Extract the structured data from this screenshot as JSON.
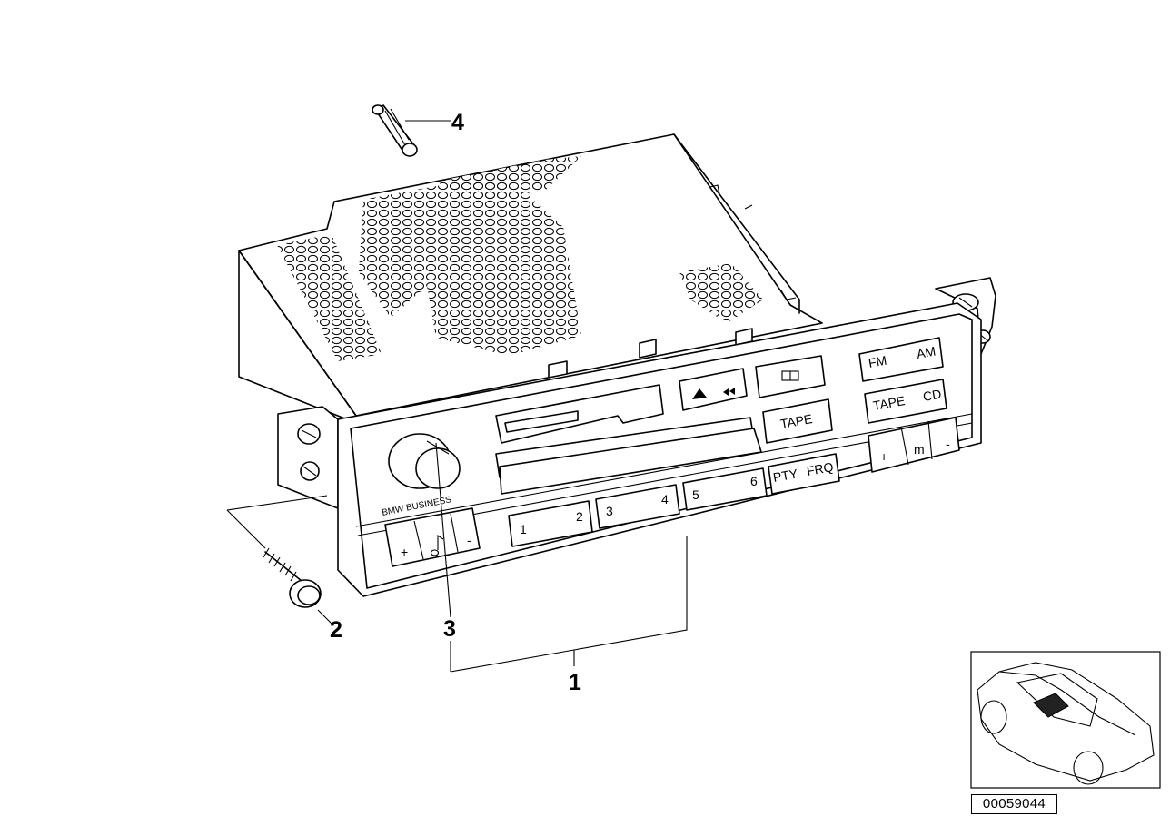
{
  "callouts": [
    {
      "id": "1",
      "label": "1"
    },
    {
      "id": "2",
      "label": "2"
    },
    {
      "id": "3",
      "label": "3"
    },
    {
      "id": "4",
      "label": "4"
    }
  ],
  "radio": {
    "brand": "BMW BUSINESS",
    "keys": {
      "fm": "FM",
      "am": "AM",
      "tape_mode": "TAPE",
      "cd": "CD",
      "tape": "TAPE",
      "pty": "PTY",
      "frq": "FRQ",
      "p1": "1",
      "p2": "2",
      "p3": "3",
      "p4": "4",
      "p5": "5",
      "p6": "6",
      "vol_plus": "+",
      "vol_minus": "-",
      "tune_plus": "+",
      "tune_m": "m",
      "tune_minus": "-"
    }
  },
  "document_id": "00059044"
}
